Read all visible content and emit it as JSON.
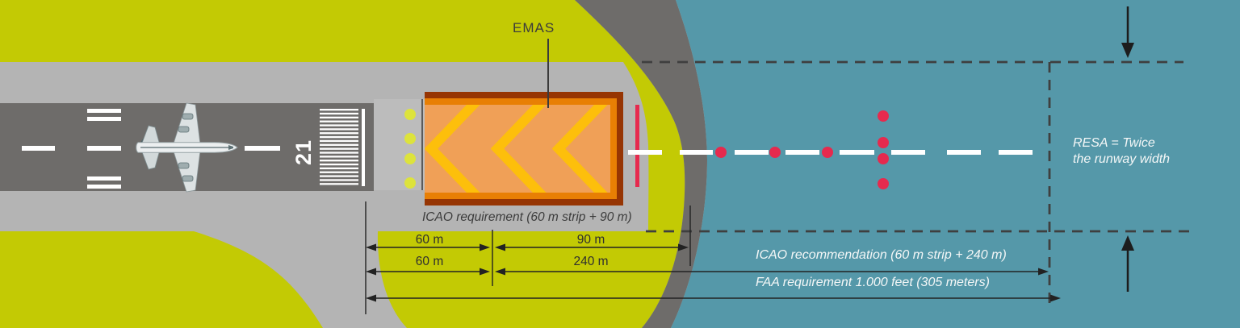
{
  "scene": {
    "labels": {
      "emas": "EMAS",
      "runway_number": "21",
      "icao_requirement": "ICAO requirement (60 m strip + 90 m)",
      "icao_recommendation": "ICAO recommendation (60 m strip + 240 m)",
      "faa_requirement": "FAA requirement 1.000 feet  (305 meters)",
      "resa_line1": "RESA = Twice",
      "resa_line2": "the runway width",
      "dim_60_row1": "60 m",
      "dim_90": "90 m",
      "dim_60_row2": "60 m",
      "dim_240": "240 m"
    },
    "colors": {
      "grass": "#c3ca04",
      "pavement": "#b4b4b4",
      "stopway": "#bcbcbc",
      "runway": "#6e6c6a",
      "road": "#6e6c6a",
      "water": "#5598a9",
      "emas_border": "#963503",
      "emas_frame": "#e87f04",
      "emas_fill": "#f0a057",
      "chevron": "#fdbf0b",
      "marking_white": "#ffffff",
      "marking_red": "#e62a4e",
      "dot_yellow": "#dde33c",
      "ink": "#2f2f2f",
      "dash_line": "#3f3f3f"
    }
  }
}
